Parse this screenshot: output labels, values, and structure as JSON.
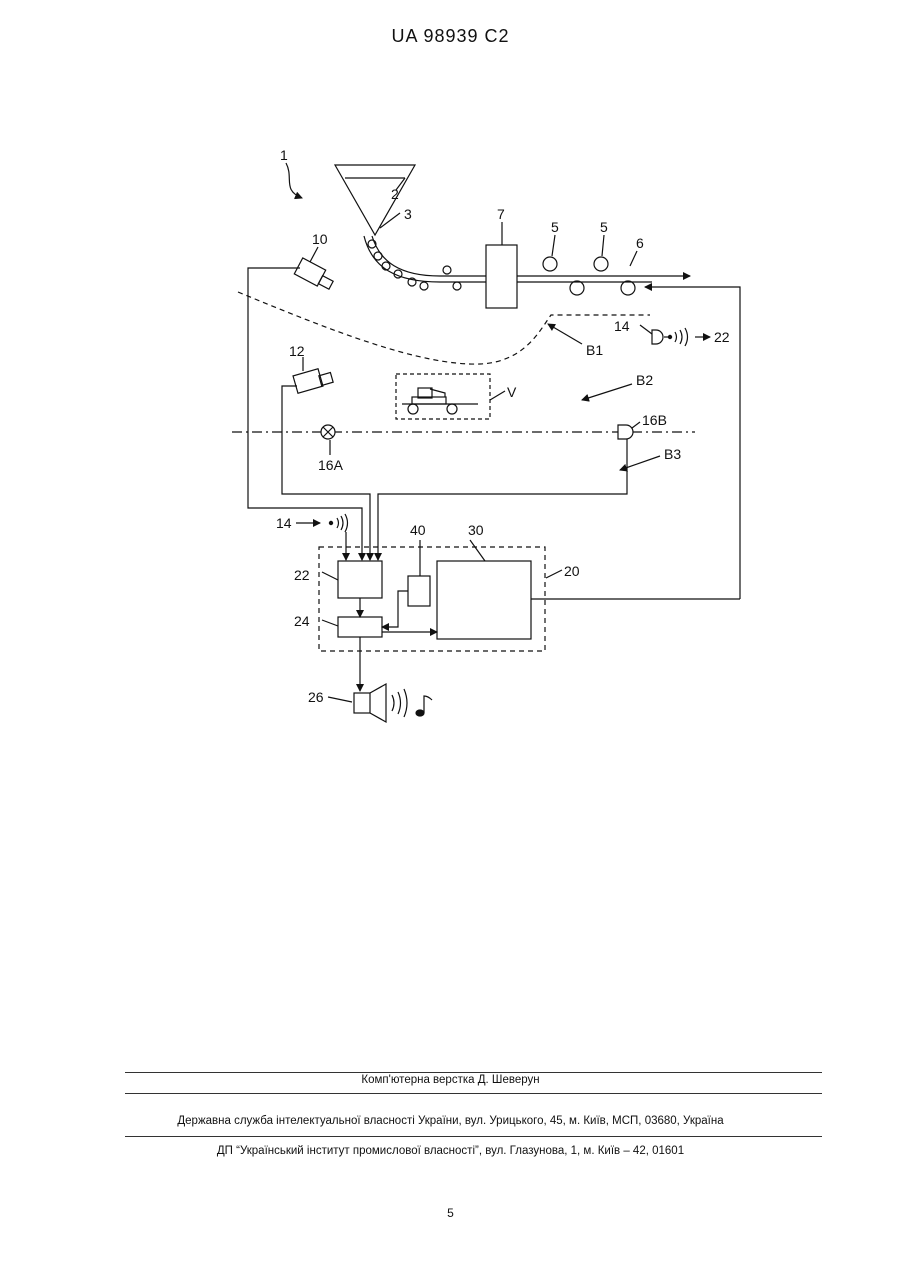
{
  "header": {
    "patent_number": "UA   98939   C2"
  },
  "figure": {
    "labels": {
      "l1": "1",
      "l2": "2",
      "l3": "3",
      "l5a": "5",
      "l5b": "5",
      "l6": "6",
      "l7": "7",
      "l10": "10",
      "l12": "12",
      "l14a": "14",
      "l22a": "22",
      "lB1": "B1",
      "lB2": "B2",
      "lV": "V",
      "l16A": "16A",
      "l16B": "16B",
      "lB3": "B3",
      "l14b": "14",
      "l40": "40",
      "l30": "30",
      "l20": "20",
      "l22b": "22",
      "l24": "24",
      "l26": "26"
    }
  },
  "footer": {
    "layout": "Комп'ютерна верстка Д. Шеверун",
    "agency": "Державна служба інтелектуальної власності України, вул. Урицького, 45, м. Київ, МСП, 03680, Україна",
    "institute": "ДП “Український інститут промислової власності”, вул. Глазунова, 1, м. Київ – 42, 01601",
    "page": "5"
  }
}
